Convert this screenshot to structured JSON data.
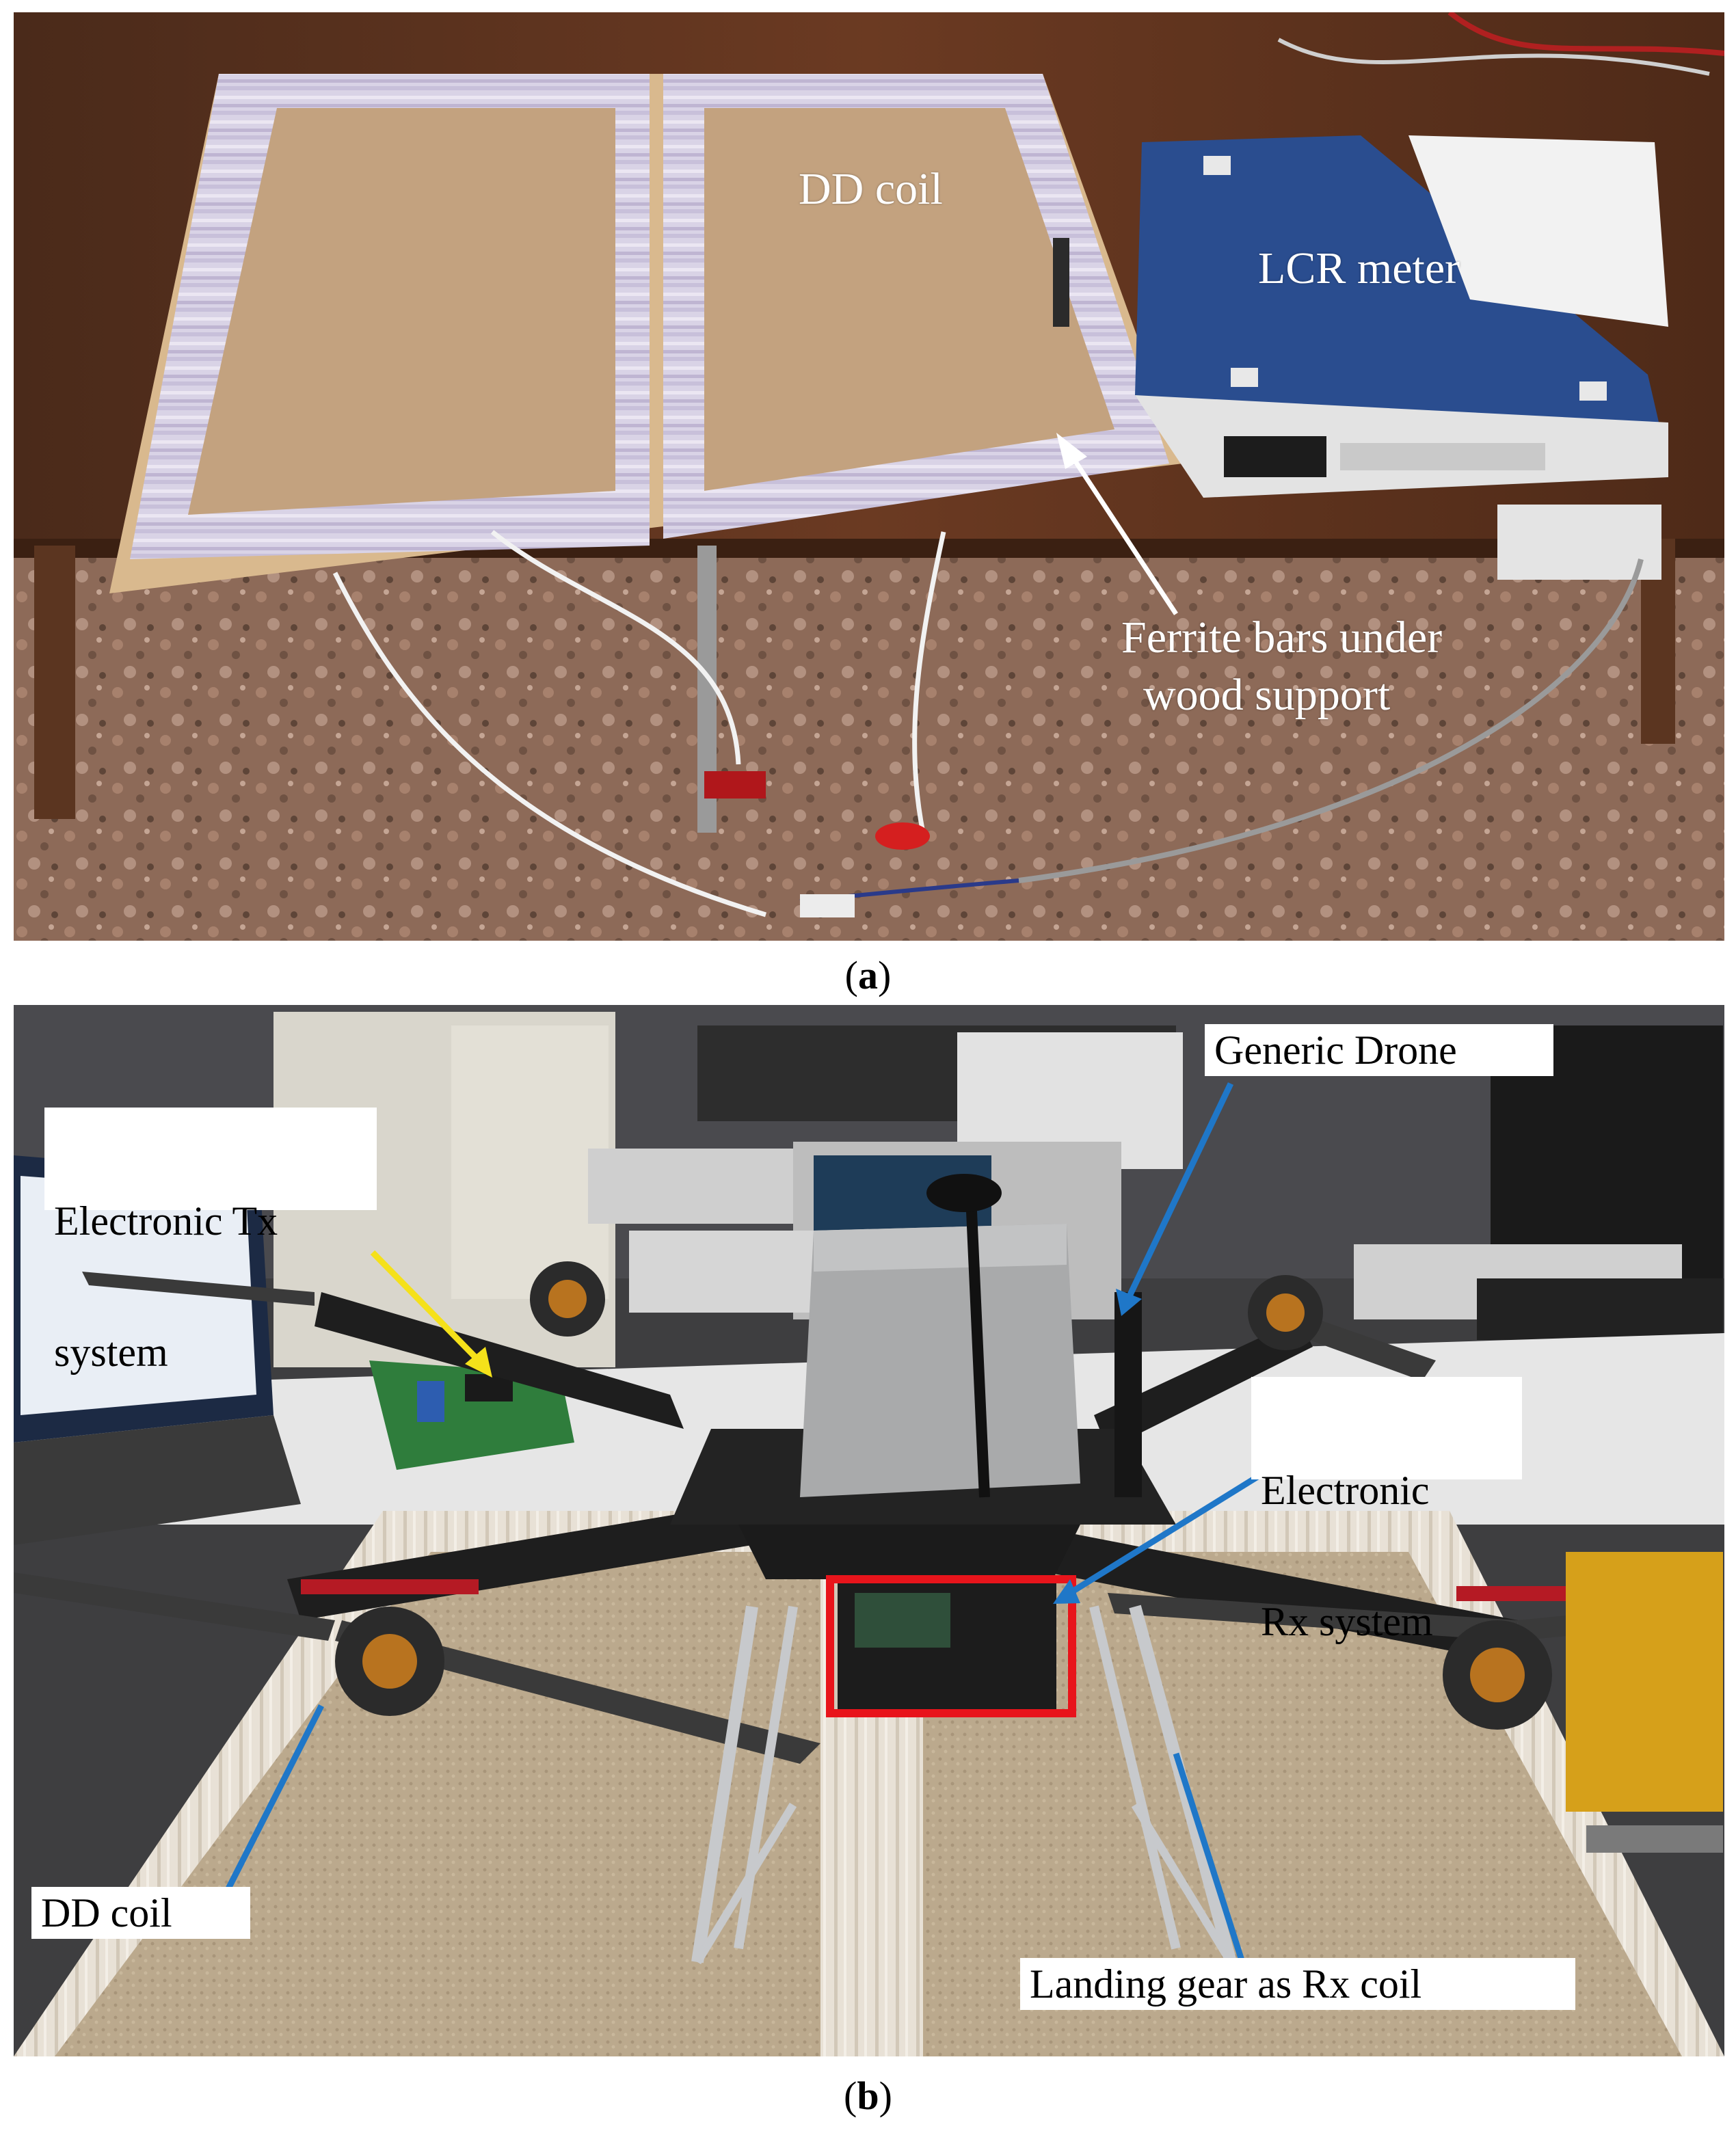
{
  "panel_a": {
    "labels": {
      "dd_coil": "DD coil",
      "lcr_meter": "LCR meter",
      "ferrite_line1": "Ferrite bars under",
      "ferrite_line2": "wood support"
    },
    "caption": {
      "open": "(",
      "letter": "a",
      "close": ")"
    }
  },
  "panel_b": {
    "labels": {
      "generic_drone": "Generic Drone",
      "tx_line1": "Electronic Tx",
      "tx_line2": "system",
      "rx_line1": "Electronic",
      "rx_line2": "Rx system",
      "dd_coil": "DD coil",
      "landing_gear": "Landing gear as Rx coil"
    },
    "caption": {
      "open": "(",
      "letter": "b",
      "close": ")"
    }
  },
  "colors": {
    "pointer_blue": "#1f77c8",
    "pointer_yellow": "#f5e11a",
    "highlight_red": "#e8141b",
    "arrow_white": "#ffffff"
  }
}
